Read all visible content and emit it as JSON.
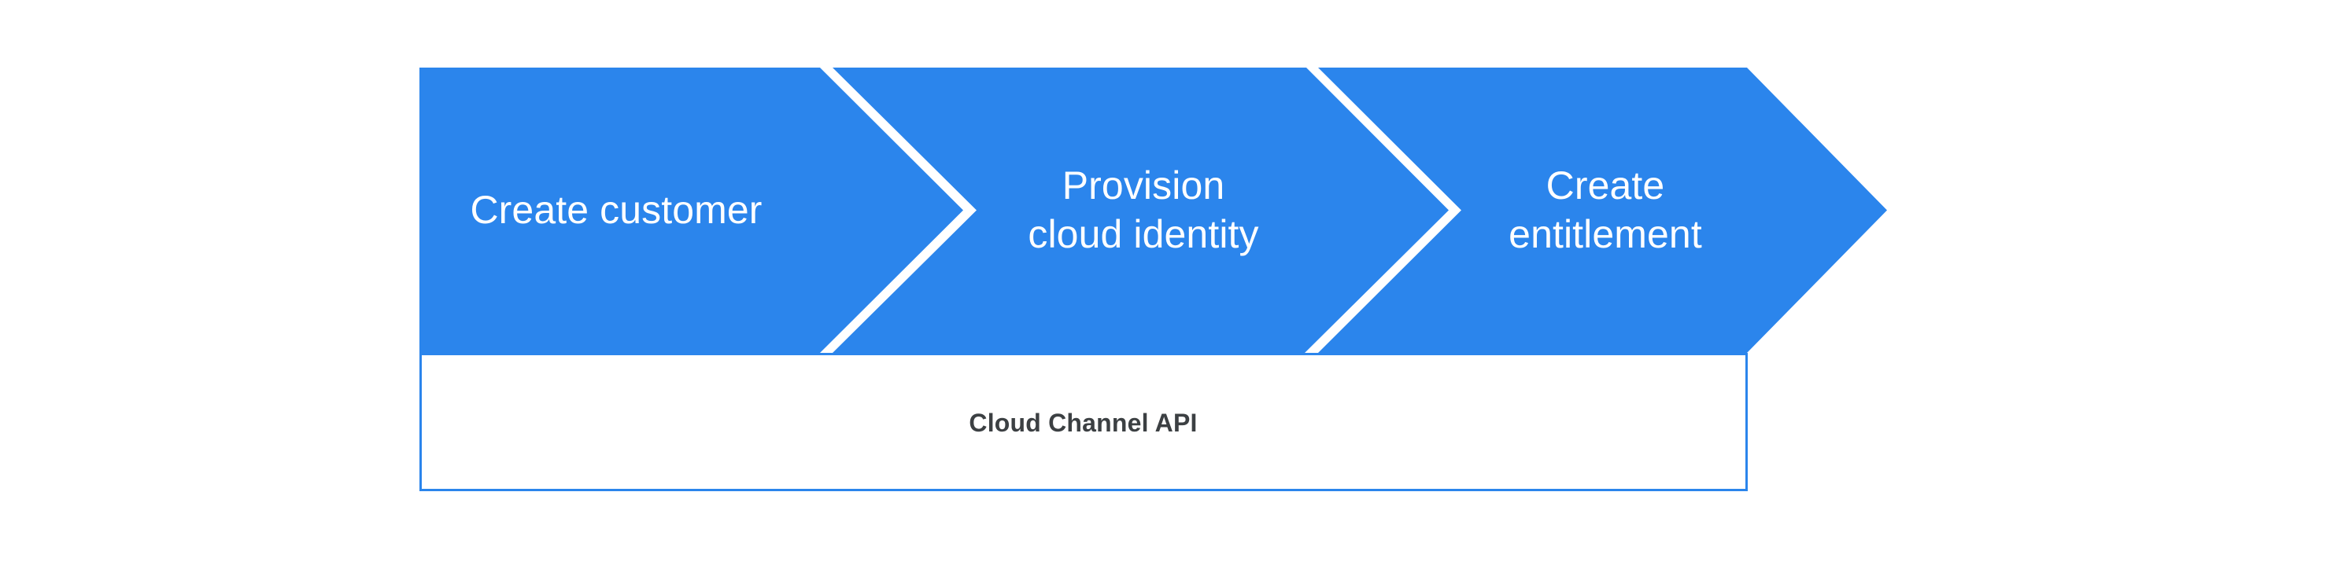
{
  "diagram": {
    "type": "chevron-process-flow",
    "background_color": "#ffffff",
    "accent_color": "#2b85ec",
    "steps": [
      {
        "id": "create-customer",
        "label": "Create customer",
        "lines": [
          "Create customer"
        ]
      },
      {
        "id": "provision-cloud-identity",
        "label": "Provision cloud identity",
        "lines": [
          "Provision",
          "cloud identity"
        ]
      },
      {
        "id": "create-entitlement",
        "label": "Create entitlement",
        "lines": [
          "Create",
          "entitlement"
        ]
      }
    ],
    "footer_bar": {
      "label": "Cloud Channel API",
      "border_color": "#2b85ec",
      "fill_color": "#ffffff",
      "text_color": "#3c4043"
    }
  },
  "labels": {
    "step1_line1": "Create customer",
    "step2_line1": "Provision",
    "step2_line2": "cloud identity",
    "step3_line1": "Create",
    "step3_line2": "entitlement",
    "footer": "Cloud Channel API"
  }
}
